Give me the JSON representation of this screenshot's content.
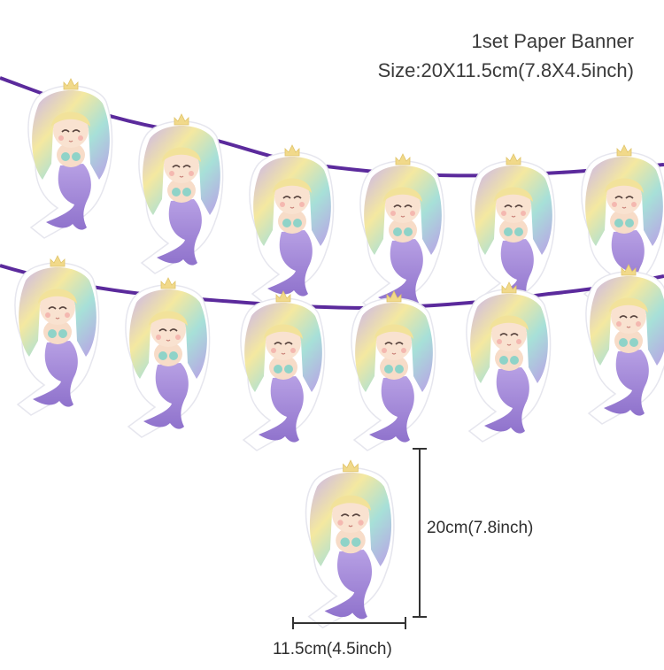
{
  "title": "1set Paper Banner",
  "size_line": "Size:20X11.5cm(7.8X4.5inch)",
  "dimension_height": "20cm(7.8inch)",
  "dimension_width": "11.5cm(4.5inch)",
  "colors": {
    "ribbon": "#5b2a9c",
    "tail": "#a58ad8",
    "tail_dark": "#8c6fc8",
    "skin": "#f7dcc8",
    "hair_purple": "#b9a0e6",
    "hair_yellow": "#f4e8a0",
    "hair_teal": "#a7e0d8",
    "shell": "#8fd3c8",
    "crown": "#f1d98a",
    "dimension_line": "#333333"
  },
  "banner_rows": [
    {
      "count": 6
    },
    {
      "count": 6
    }
  ],
  "mermaid_icon": "mermaid-pennant-icon",
  "crown_icon": "crown-icon"
}
